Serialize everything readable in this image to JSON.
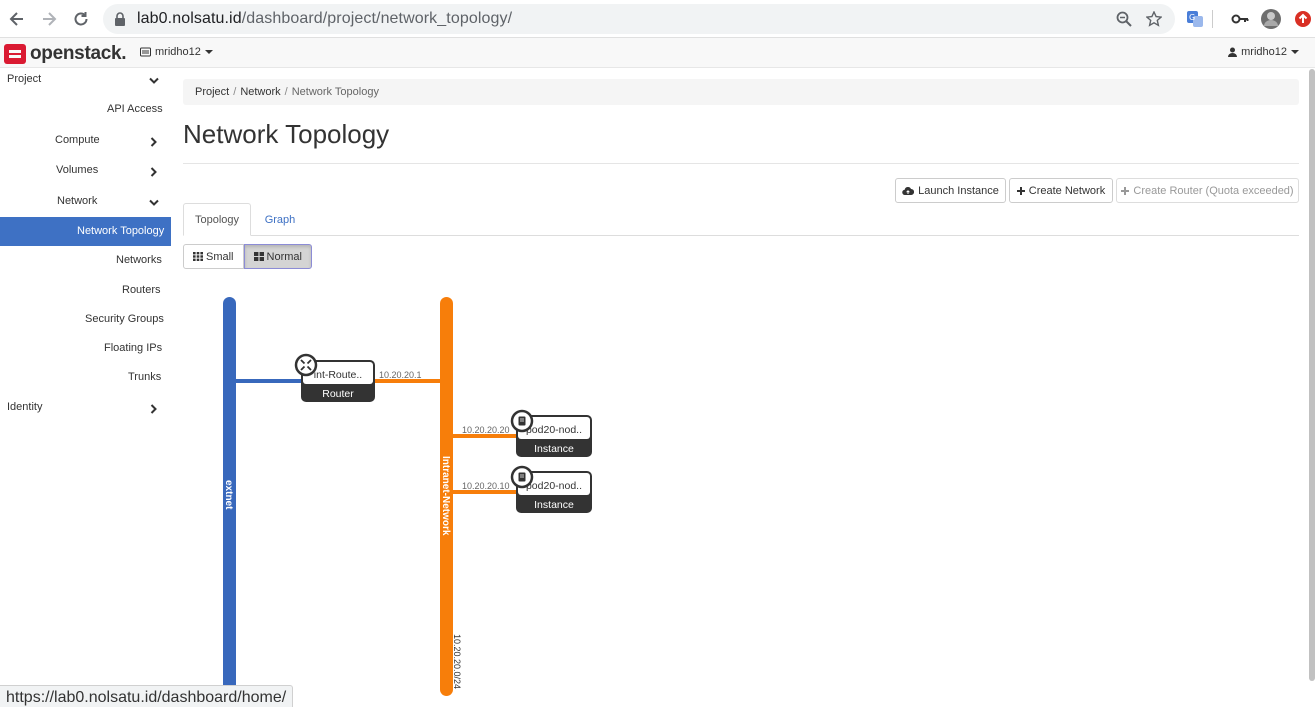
{
  "browser": {
    "url_host": "lab0.nolsatu.id",
    "url_path": "/dashboard/project/network_topology/",
    "status_url": "https://lab0.nolsatu.id/dashboard/home/"
  },
  "header": {
    "logo_text": "openstack.",
    "project": "mridho12",
    "user": "mridho12"
  },
  "sidebar": {
    "project": "Project",
    "api_access": "API Access",
    "compute": "Compute",
    "volumes": "Volumes",
    "network": "Network",
    "network_topology": "Network Topology",
    "networks": "Networks",
    "routers": "Routers",
    "security_groups": "Security Groups",
    "floating_ips": "Floating IPs",
    "trunks": "Trunks",
    "identity": "Identity"
  },
  "breadcrumb": {
    "project": "Project",
    "network": "Network",
    "current": "Network Topology"
  },
  "page": {
    "title": "Network Topology"
  },
  "actions": {
    "launch_instance": "Launch Instance",
    "create_network": "Create Network",
    "create_router": "Create Router (Quota exceeded)"
  },
  "tabs": {
    "topology": "Topology",
    "graph": "Graph"
  },
  "view_toggle": {
    "small": "Small",
    "normal": "Normal"
  },
  "topology": {
    "colors": {
      "extnet": "#3868bc",
      "intranet": "#f77e0a",
      "node": "#333333"
    },
    "networks": [
      {
        "name": "extnet",
        "cidr": ""
      },
      {
        "name": "Intranet-Network",
        "cidr": "10.20.20.0/24"
      }
    ],
    "router": {
      "name": "int-Route..",
      "type": "Router",
      "ip": "10.20.20.1"
    },
    "instances": [
      {
        "name": "pod20-nod..",
        "type": "Instance",
        "ip": "10.20.20.20"
      },
      {
        "name": "pod20-nod..",
        "type": "Instance",
        "ip": "10.20.20.10"
      }
    ]
  }
}
